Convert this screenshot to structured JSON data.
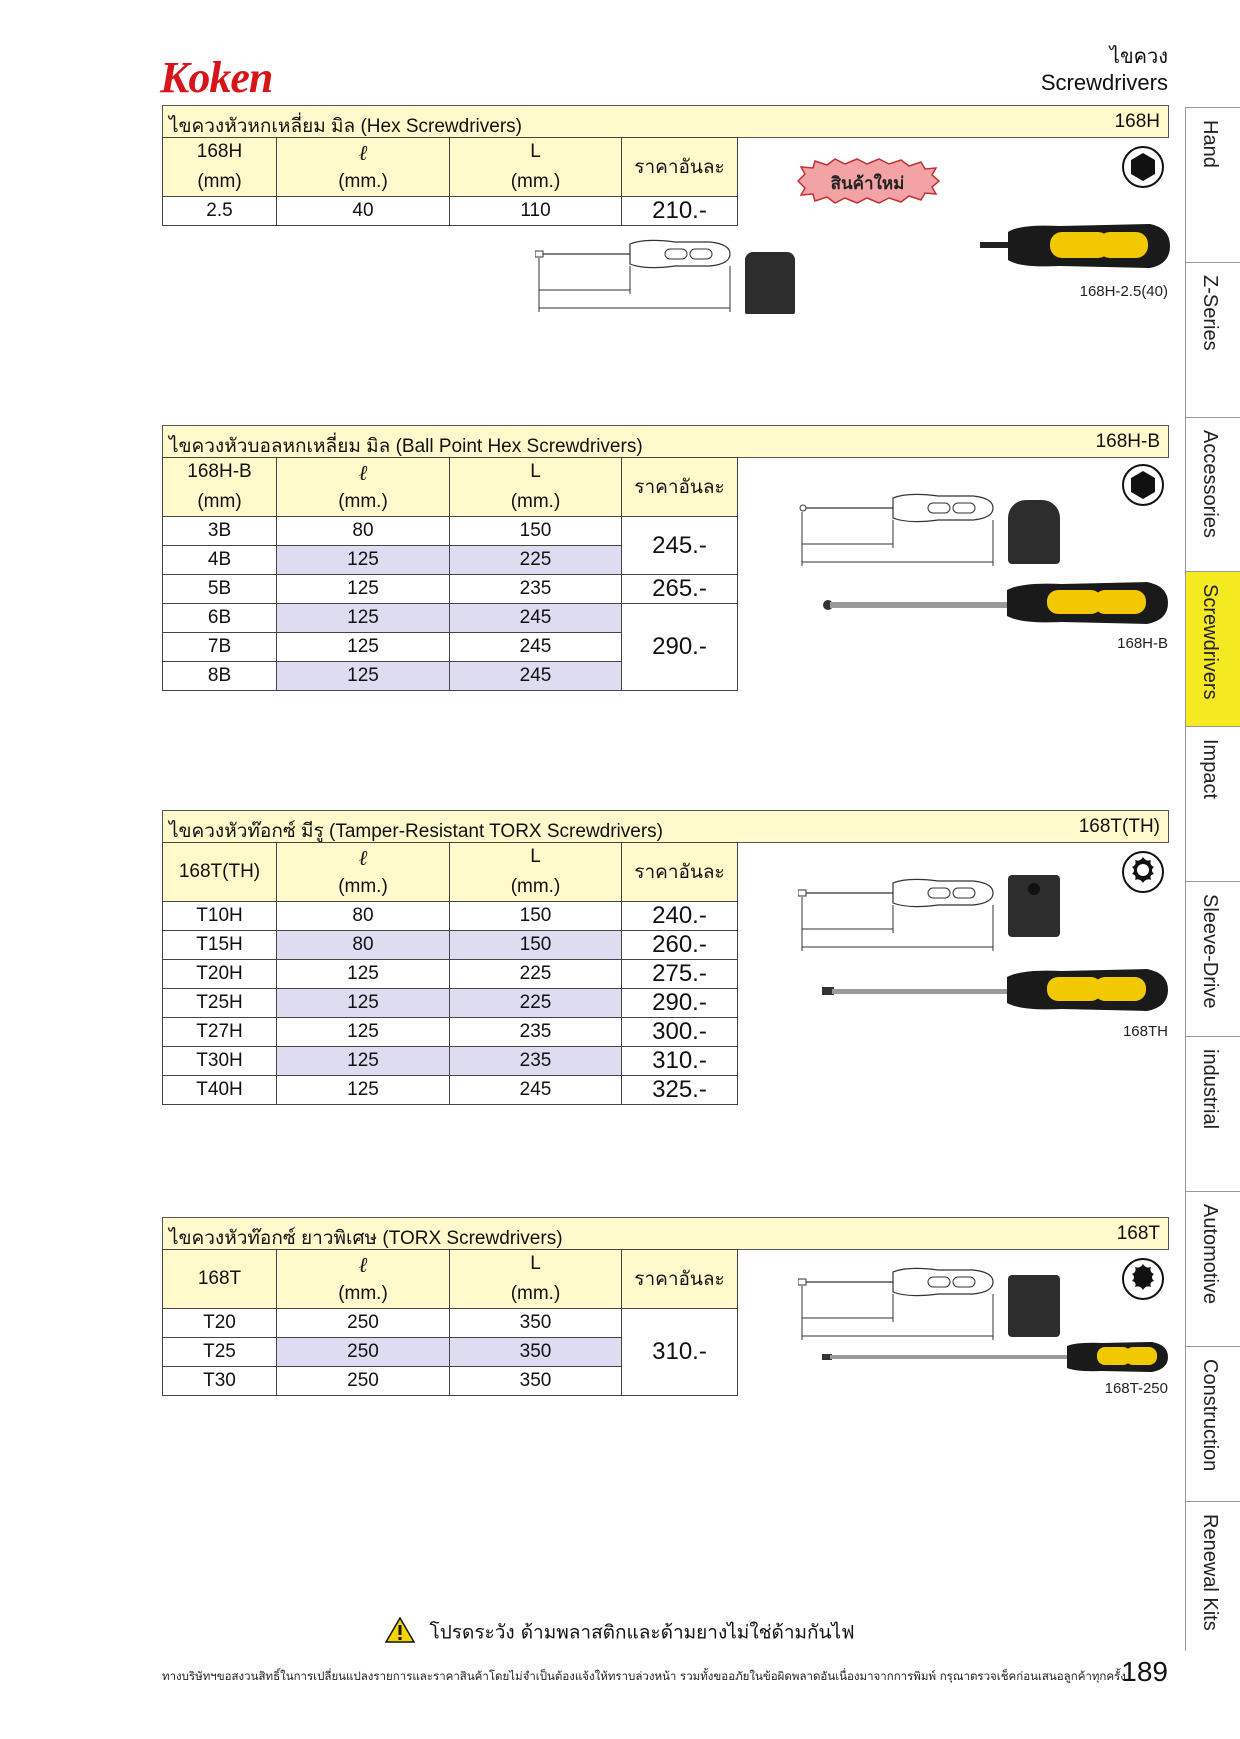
{
  "header": {
    "brand": "Koken",
    "title_th": "ไขควง",
    "title_en": "Screwdrivers"
  },
  "labels": {
    "ell": "ℓ",
    "L": "L",
    "mm_dot": "(mm.)",
    "price_each": "ราคาอันละ"
  },
  "sections": [
    {
      "title": "ไขควงหัวหกเหลี่ยม มิล (Hex Screwdrivers)",
      "code": "168H",
      "col1_head": "168H",
      "col1_sub": "(mm)",
      "rows": [
        {
          "size": "2.5",
          "l": "40",
          "L": "110"
        }
      ],
      "prices": [
        "210.-"
      ],
      "badge": "สินค้าใหม่",
      "caption": "168H-2.5(40)",
      "icon": "hex-socket-icon"
    },
    {
      "title": "ไขควงหัวบอลหกเหลี่ยม มิล (Ball Point Hex Screwdrivers)",
      "code": "168H-B",
      "col1_head": "168H-B",
      "col1_sub": "(mm)",
      "rows": [
        {
          "size": "3B",
          "l": "80",
          "L": "150"
        },
        {
          "size": "4B",
          "l": "125",
          "L": "225"
        },
        {
          "size": "5B",
          "l": "125",
          "L": "235"
        },
        {
          "size": "6B",
          "l": "125",
          "L": "245"
        },
        {
          "size": "7B",
          "l": "125",
          "L": "245"
        },
        {
          "size": "8B",
          "l": "125",
          "L": "245"
        }
      ],
      "prices": [
        "245.-",
        "265.-",
        "290.-"
      ],
      "caption": "168H-B",
      "icon": "hex-socket-icon"
    },
    {
      "title": "ไขควงหัวท๊อกซ์ มีรู (Tamper-Resistant TORX Screwdrivers)",
      "code": "168T(TH)",
      "col1_head": "168T(TH)",
      "rows": [
        {
          "size": "T10H",
          "l": "80",
          "L": "150",
          "price": "240.-"
        },
        {
          "size": "T15H",
          "l": "80",
          "L": "150",
          "price": "260.-"
        },
        {
          "size": "T20H",
          "l": "125",
          "L": "225",
          "price": "275.-"
        },
        {
          "size": "T25H",
          "l": "125",
          "L": "225",
          "price": "290.-"
        },
        {
          "size": "T27H",
          "l": "125",
          "L": "235",
          "price": "300.-"
        },
        {
          "size": "T30H",
          "l": "125",
          "L": "235",
          "price": "310.-"
        },
        {
          "size": "T40H",
          "l": "125",
          "L": "245",
          "price": "325.-"
        }
      ],
      "caption": "168TH",
      "icon": "torx-tamper-icon"
    },
    {
      "title": "ไขควงหัวท๊อกซ์ ยาวพิเศษ (TORX Screwdrivers)",
      "code": "168T",
      "col1_head": "168T",
      "rows": [
        {
          "size": "T20",
          "l": "250",
          "L": "350"
        },
        {
          "size": "T25",
          "l": "250",
          "L": "350"
        },
        {
          "size": "T30",
          "l": "250",
          "L": "350"
        }
      ],
      "prices": [
        "310.-"
      ],
      "caption": "168T-250",
      "icon": "torx-icon"
    }
  ],
  "tabs": [
    "Hand",
    "Z-Series",
    "Accessories",
    "Screwdrivers",
    "Impact",
    "Sleeve-Drive",
    "industrial",
    "Automotive",
    "Construction",
    "Renewal Kits"
  ],
  "active_tab": "Screwdrivers",
  "footer": {
    "warning": "โปรดระวัง ด้ามพลาสติกและด้ามยางไม่ใช่ด้ามกันไฟ",
    "disclaimer": "ทางบริษัทฯขอสงวนสิทธิ์ในการเปลี่ยนแปลงรายการและราคาสินค้าโดยไม่จำเป็นต้องแจ้งให้ทราบล่วงหน้า รวมทั้งขออภัยในข้อผิดพลาดอันเนื่องมาจากการพิมพ์ กรุณาตรวจเช็คก่อนเสนอลูกค้าทุกครั้ง",
    "page_number": "189"
  },
  "colors": {
    "header_fill": "#fff9cc",
    "alt_row": "#dedcf0",
    "brand_red": "#d8141b",
    "active_tab": "#f5ea22",
    "handle_yellow": "#f2c800"
  }
}
